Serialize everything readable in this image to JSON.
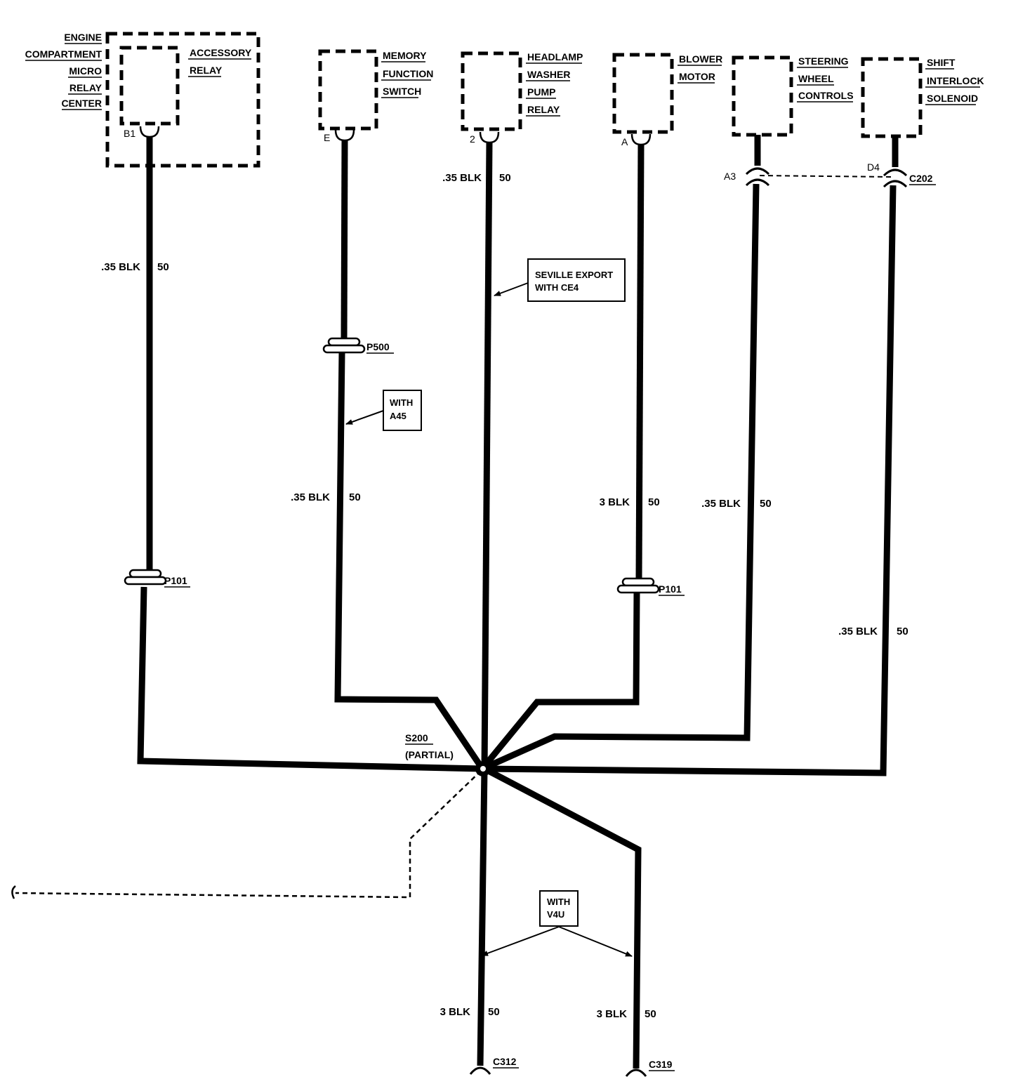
{
  "components": {
    "engine_compartment": [
      "ENGINE",
      "COMPARTMENT",
      "MICRO",
      "RELAY",
      "CENTER"
    ],
    "accessory_relay": [
      "ACCESSORY",
      "RELAY"
    ],
    "memory_function_switch": [
      "MEMORY",
      "FUNCTION",
      "SWITCH"
    ],
    "headlamp_washer": [
      "HEADLAMP",
      "WASHER",
      "PUMP",
      "RELAY"
    ],
    "blower_motor": [
      "BLOWER",
      "MOTOR"
    ],
    "steering_wheel_controls": [
      "STEERING",
      "WHEEL",
      "CONTROLS"
    ],
    "shift_interlock": [
      "SHIFT",
      "INTERLOCK",
      "SOLENOID"
    ]
  },
  "pins": {
    "b1": "B1",
    "e": "E",
    "two": "2",
    "a": "A",
    "a3": "A3",
    "d4": "D4"
  },
  "wires": {
    "w1": {
      "gauge": ".35 BLK",
      "circuit": "50"
    },
    "w2": {
      "gauge": ".35 BLK",
      "circuit": "50"
    },
    "w3": {
      "gauge": ".35 BLK",
      "circuit": "50"
    },
    "w4": {
      "gauge": "3 BLK",
      "circuit": "50"
    },
    "w5": {
      "gauge": ".35 BLK",
      "circuit": "50"
    },
    "w6": {
      "gauge": ".35 BLK",
      "circuit": "50"
    },
    "w7": {
      "gauge": "3 BLK",
      "circuit": "50"
    },
    "w8": {
      "gauge": "3 BLK",
      "circuit": "50"
    }
  },
  "connectors": {
    "p101_left": "P101",
    "p500": "P500",
    "p101_right": "P101",
    "c202": "C202",
    "c312": "C312",
    "c319": "C319"
  },
  "notes": {
    "seville": [
      "SEVILLE EXPORT",
      "WITH CE4"
    ],
    "a45": [
      "WITH",
      "A45"
    ],
    "v4u": [
      "WITH",
      "V4U"
    ]
  },
  "splice": {
    "name": "S200",
    "sub": "(PARTIAL)"
  }
}
